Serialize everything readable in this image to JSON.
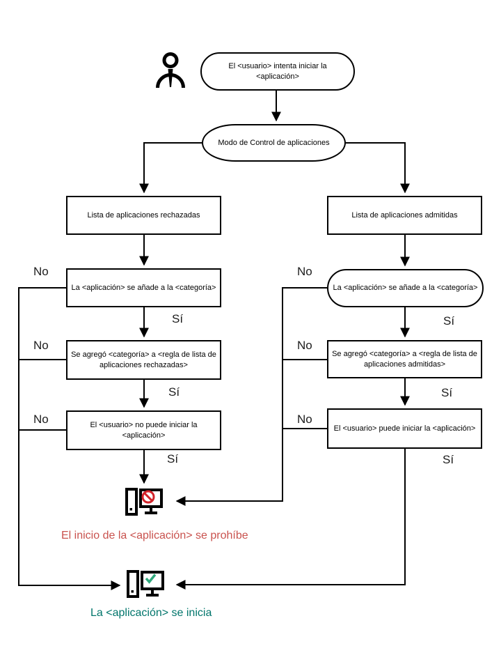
{
  "diagram": {
    "nodes": {
      "start": "El <usuario> intenta iniciar la <aplicación>",
      "mode": "Modo de Control de aplicaciones",
      "denylist": "Lista de aplicaciones rechazadas",
      "allowlist": "Lista de aplicaciones admitidas",
      "deny_category": "La <aplicación> se añade a la <categoría>",
      "allow_category": "La <aplicación> se añade a la <categoría>",
      "deny_rule": "Se agregó <categoría> a <regla de lista de aplicaciones rechazadas>",
      "allow_rule": "Se agregó <categoría> a <regla de lista de aplicaciones admitidas>",
      "deny_result": "El <usuario> no puede iniciar la <aplicación>",
      "allow_result": "El <usuario> puede iniciar la <aplicación>"
    },
    "labels": {
      "no": "No",
      "yes": "Sí"
    },
    "outcomes": {
      "blocked": "El inicio de la <aplicación> se prohíbe",
      "started": "La <aplicación> se inicia"
    },
    "colors": {
      "line": "#000000",
      "blocked_text": "#c9524e",
      "started_text": "#00756b",
      "prohibition": "#d2232a",
      "check": "#2fa87c"
    },
    "icons": {
      "user": "user-icon",
      "blocked": "blocked-computer-icon",
      "started": "allowed-computer-icon"
    }
  }
}
